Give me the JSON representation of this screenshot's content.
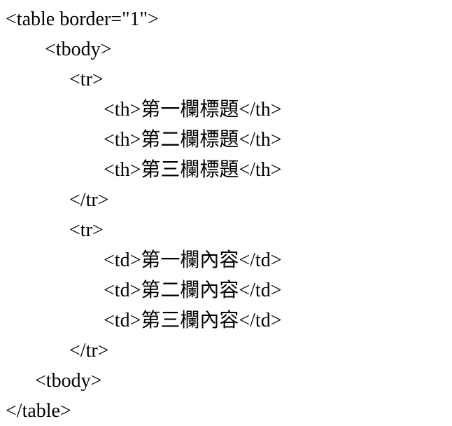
{
  "code": {
    "language": "html",
    "lines": [
      "<table border=\"1\">",
      "        <tbody>",
      "             <tr>",
      "                    <th>第一欄標題</th>",
      "                    <th>第二欄標題</th>",
      "                    <th>第三欄標題</th>",
      "             </tr>",
      "             <tr>",
      "                    <td>第一欄內容</td>",
      "                    <td>第二欄內容</td>",
      "                    <td>第三欄內容</td>",
      "             </tr>",
      "      <tbody>",
      "</table>"
    ]
  }
}
